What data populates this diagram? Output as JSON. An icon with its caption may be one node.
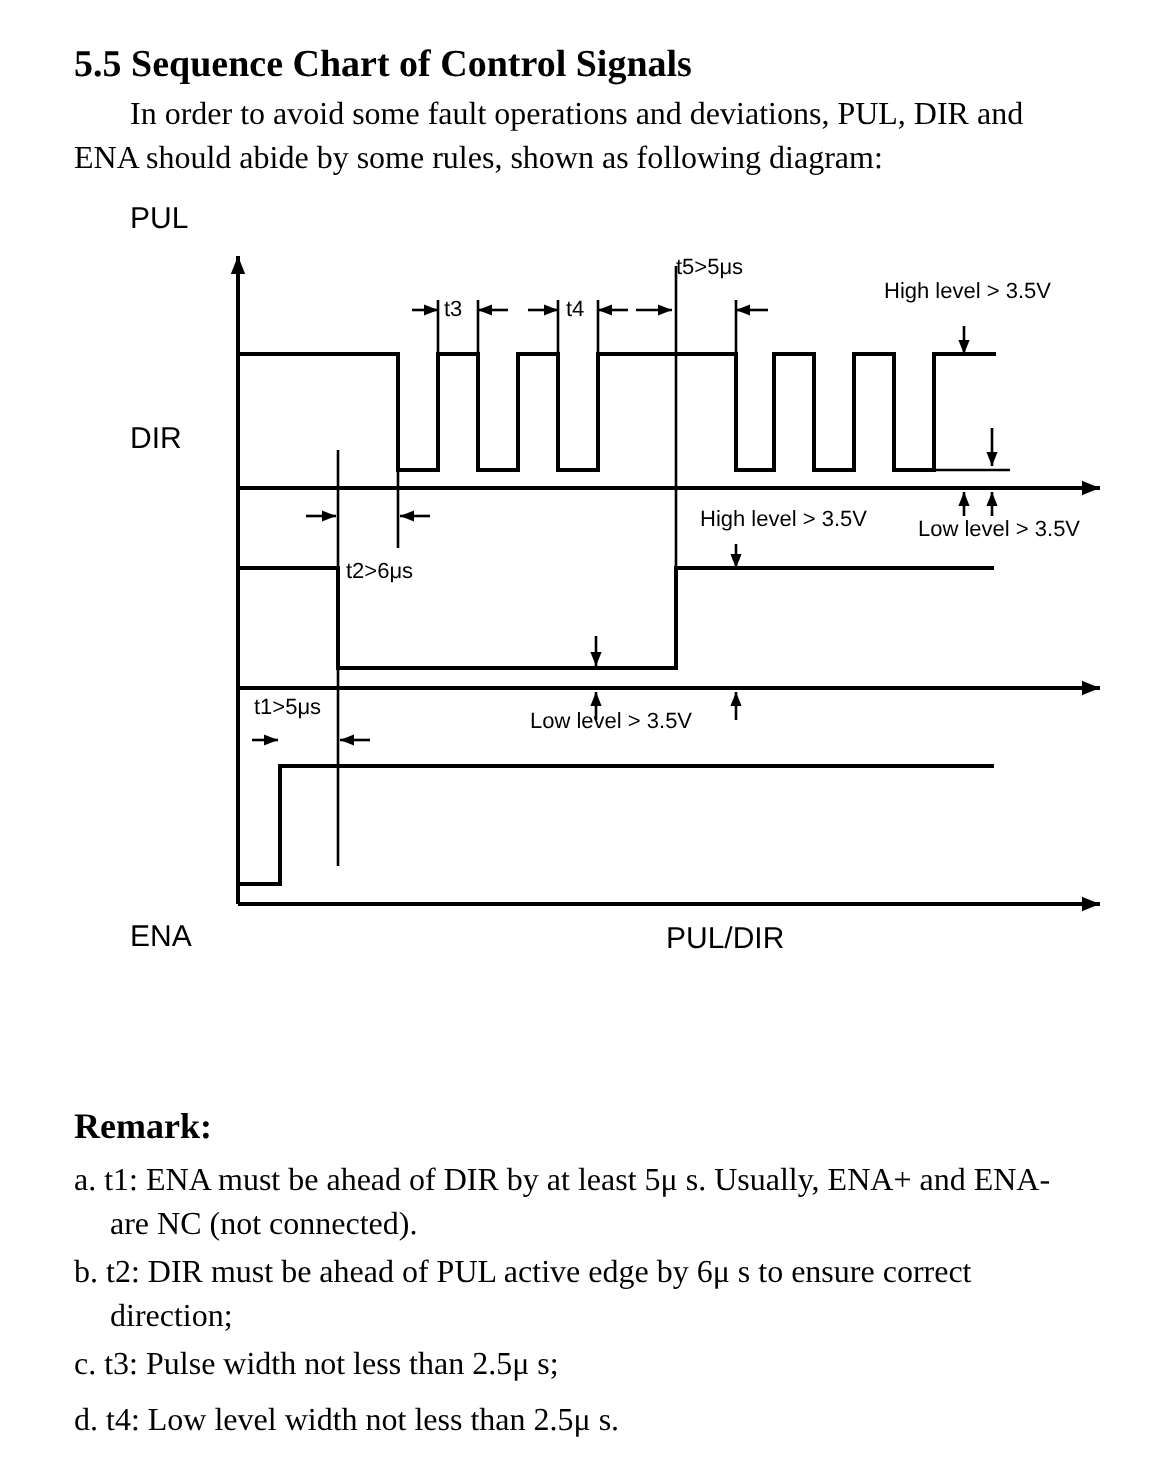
{
  "diagram": {
    "title": "5.5 Sequence Chart of Control Signals",
    "labels": [
      "In order to avoid some fault operations and deviations, PUL, DIR and ENA should abide by some rules, shown as following diagram:",
      "PUL",
      "t5>5μs",
      "t3",
      "t4",
      "High level > 3.5V",
      "DIR",
      "High level > 3.5V",
      "Low level > 3.5V",
      "t2>6μs",
      "t1>5μs",
      "Low level > 3.5V",
      "ENA",
      "PUL/DIR",
      "Remark:",
      "a. t1: ENA must be ahead of DIR by at least 5μ s. Usually, ENA+ and ENA- are NC (not connected).",
      "b. t2: DIR must be ahead of PUL active edge by 6μ s to ensure correct direction;",
      "c. t3: Pulse width not less than 2.5μ s;",
      "d. t4: Low level width not less than 2.5μ s."
    ]
  }
}
